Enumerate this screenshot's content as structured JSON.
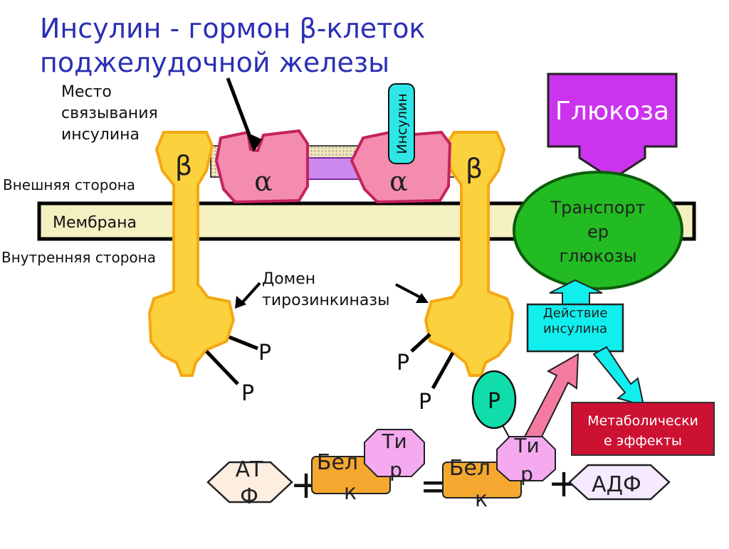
{
  "title": {
    "line1": "Инсулин - гормон β-клеток",
    "line2": "поджелудочной железы"
  },
  "labels": {
    "binding_site": [
      "Место",
      "связывания",
      "инсулина"
    ],
    "outer_side": "Внешняя сторона",
    "membrane": "Мембрана",
    "inner_side": "Внутренняя сторона",
    "domain": [
      "Домен",
      "тирозинкиназы"
    ],
    "beta": "β",
    "alpha": "α",
    "insulin": "Инсулин",
    "phosphate": "P",
    "glucose": "Глюкоза",
    "transporter": [
      "Транспорт",
      "ер",
      "глюкозы"
    ],
    "insulin_action": [
      "Действие",
      "инсулина"
    ],
    "metabolic": [
      "Метаболически",
      "е эффекты"
    ],
    "atp": [
      "АТ",
      "Ф"
    ],
    "protein": [
      "Бел",
      "к"
    ],
    "tyr": [
      "Ти",
      "р"
    ],
    "plus": "+",
    "equals": "=",
    "adp": "АДФ"
  },
  "colors": {
    "title": "#2b2fb4",
    "beta_subunit": "#fbd13d",
    "alpha_subunit": "#f48cb0",
    "membrane": "#f4f0c2",
    "glucose": "#cc33ee",
    "transporter": "#22bb22",
    "insulin_action": "#11eeee",
    "metabolic": "#cc1133",
    "protein": "#f5a830",
    "tyr": "#f5aaf0",
    "phospho": "#11ddaa"
  }
}
